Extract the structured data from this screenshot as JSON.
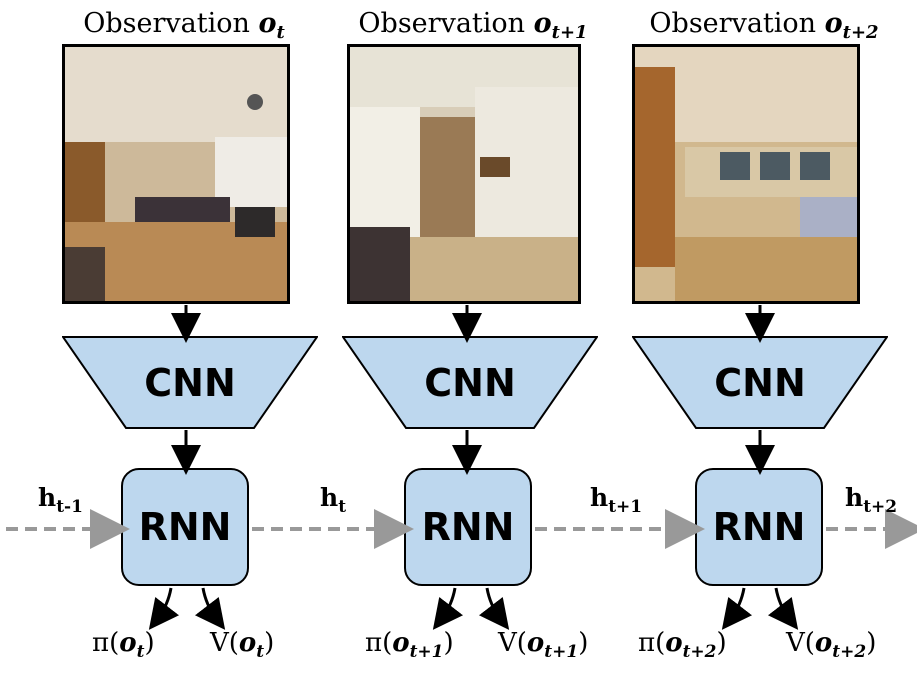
{
  "observations": [
    {
      "title": "Observation",
      "symbol": "o",
      "subscript": "t"
    },
    {
      "title": "Observation",
      "symbol": "o",
      "subscript": "t+1"
    },
    {
      "title": "Observation",
      "symbol": "o",
      "subscript": "t+2"
    }
  ],
  "cnn_label": "CNN",
  "rnn_label": "RNN",
  "hidden_states": [
    {
      "base": "h",
      "subscript": "t-1"
    },
    {
      "base": "h",
      "subscript": "t"
    },
    {
      "base": "h",
      "subscript": "t+1"
    },
    {
      "base": "h",
      "subscript": "t+2"
    }
  ],
  "outputs": [
    {
      "policy": "π(",
      "value": "V(",
      "symbol": "o",
      "subscript": "t",
      "close": ")"
    },
    {
      "policy": "π(",
      "value": "V(",
      "symbol": "o",
      "subscript": "t+1",
      "close": ")"
    },
    {
      "policy": "π(",
      "value": "V(",
      "symbol": "o",
      "subscript": "t+2",
      "close": ")"
    }
  ],
  "colors": {
    "block_fill": "#bdd7ee",
    "recurrent_arrow": "#999999",
    "stroke": "#000000"
  }
}
